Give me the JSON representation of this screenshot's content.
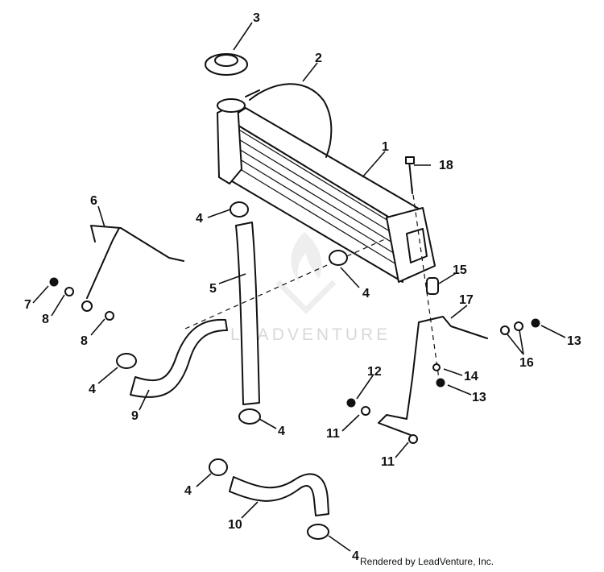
{
  "watermark": {
    "text": "LEADVENTURE",
    "icon": "flame-logo-icon"
  },
  "footer": {
    "credit": "Rendered by LeadVenture, Inc."
  },
  "callouts": {
    "c1": "1",
    "c2": "2",
    "c3": "3",
    "c4a": "4",
    "c4b": "4",
    "c4c": "4",
    "c4d": "4",
    "c4e": "4",
    "c4f": "4",
    "c5": "5",
    "c6": "6",
    "c7": "7",
    "c8a": "8",
    "c8b": "8",
    "c9": "9",
    "c10": "10",
    "c11a": "11",
    "c11b": "11",
    "c12": "12",
    "c13a": "13",
    "c13b": "13",
    "c14": "14",
    "c15": "15",
    "c16": "16",
    "c17": "17",
    "c18": "18"
  }
}
